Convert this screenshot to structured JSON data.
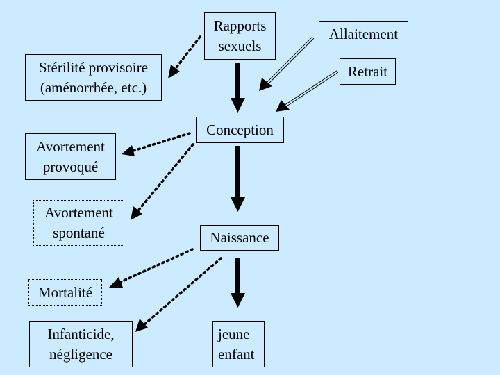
{
  "diagram": {
    "background_color": "#CCEBFF",
    "line_color": "#000000",
    "nodes": {
      "rapports": {
        "lines": [
          "Rapports",
          "sexuels"
        ],
        "border": "solid"
      },
      "allaitement": {
        "lines": [
          "Allaitement"
        ],
        "border": "solid"
      },
      "retrait": {
        "lines": [
          "Retrait"
        ],
        "border": "solid"
      },
      "sterilite": {
        "lines": [
          "Stérilité provisoire",
          "(aménorrhée, etc.)"
        ],
        "border": "solid"
      },
      "conception": {
        "lines": [
          "Conception"
        ],
        "border": "solid"
      },
      "avortement_provoque": {
        "lines": [
          "Avortement",
          "provoqué"
        ],
        "border": "solid"
      },
      "avortement_spontane": {
        "lines": [
          "Avortement",
          "spontané"
        ],
        "border": "dotted"
      },
      "naissance": {
        "lines": [
          "Naissance"
        ],
        "border": "solid"
      },
      "mortalite": {
        "lines": [
          "Mortalité"
        ],
        "border": "dotted"
      },
      "infanticide": {
        "lines": [
          "Infanticide,",
          "négligence"
        ],
        "border": "solid"
      },
      "jeune_enfant": {
        "lines": [
          "jeune",
          "enfant"
        ],
        "border": "solid"
      }
    },
    "edges": [
      {
        "from": "rapports",
        "to": "conception",
        "style": "thick"
      },
      {
        "from": "conception",
        "to": "naissance",
        "style": "thick"
      },
      {
        "from": "naissance",
        "to": "jeune_enfant",
        "style": "thick"
      },
      {
        "from": "allaitement",
        "to": "conception",
        "style": "double"
      },
      {
        "from": "retrait",
        "to": "conception",
        "style": "double"
      },
      {
        "from": "rapports",
        "to": "sterilite",
        "style": "dotted"
      },
      {
        "from": "conception",
        "to": "avortement_provoque",
        "style": "dotted"
      },
      {
        "from": "conception",
        "to": "avortement_spontane",
        "style": "dotted"
      },
      {
        "from": "naissance",
        "to": "mortalite",
        "style": "dotted"
      },
      {
        "from": "naissance",
        "to": "infanticide",
        "style": "dotted"
      }
    ]
  }
}
